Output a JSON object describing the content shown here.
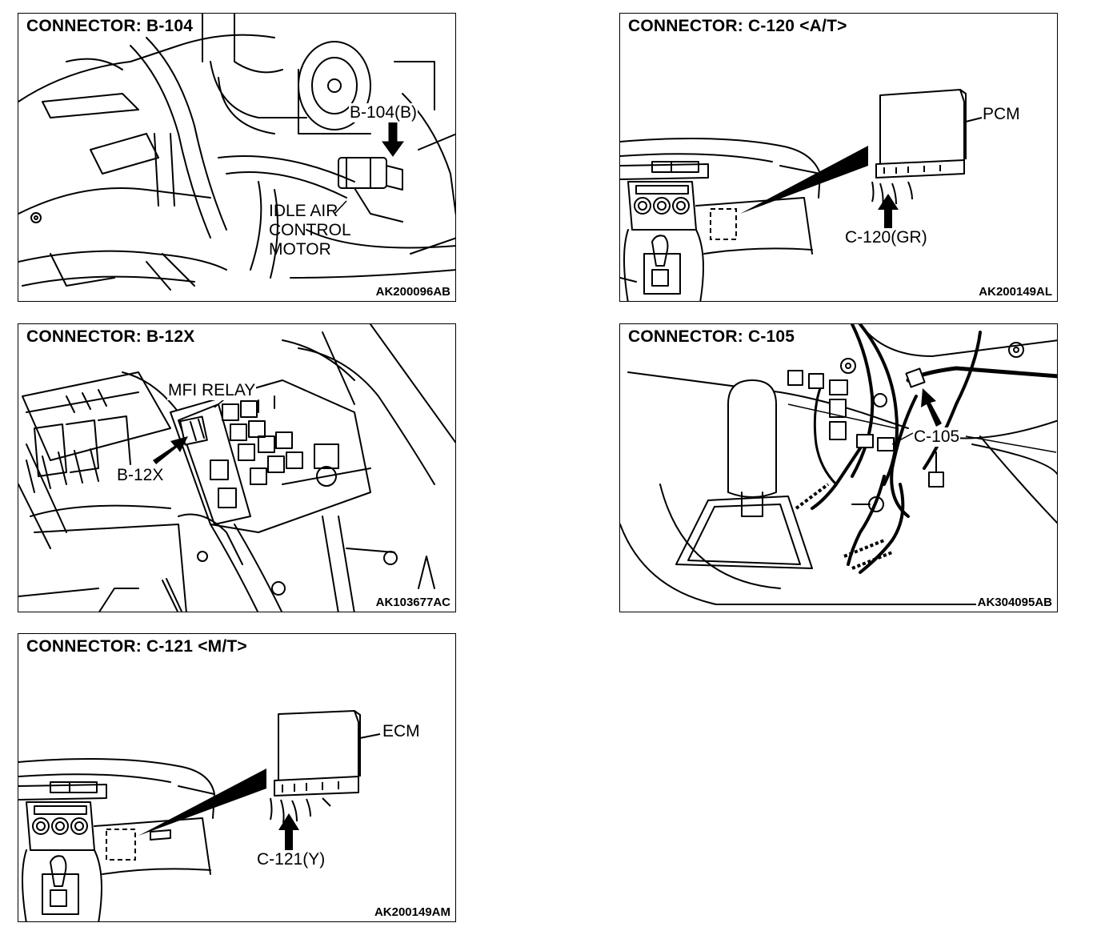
{
  "panels": {
    "b104": {
      "title": "CONNECTOR: B-104",
      "connector_label": "B-104(B)",
      "component_lines": [
        "IDLE AIR",
        "CONTROL",
        "MOTOR"
      ],
      "figure_code": "AK200096AB"
    },
    "c120": {
      "title": "CONNECTOR: C-120 <A/T>",
      "module_label": "PCM",
      "connector_label": "C-120(GR)",
      "figure_code": "AK200149AL"
    },
    "b12x": {
      "title": "CONNECTOR: B-12X",
      "component_label": "MFI RELAY",
      "connector_label": "B-12X",
      "figure_code": "AK103677AC"
    },
    "c105": {
      "title": "CONNECTOR: C-105",
      "connector_label": "C-105",
      "figure_code": "AK304095AB"
    },
    "c121": {
      "title": "CONNECTOR: C-121 <M/T>",
      "module_label": "ECM",
      "connector_label": "C-121(Y)",
      "figure_code": "AK200149AM"
    }
  }
}
